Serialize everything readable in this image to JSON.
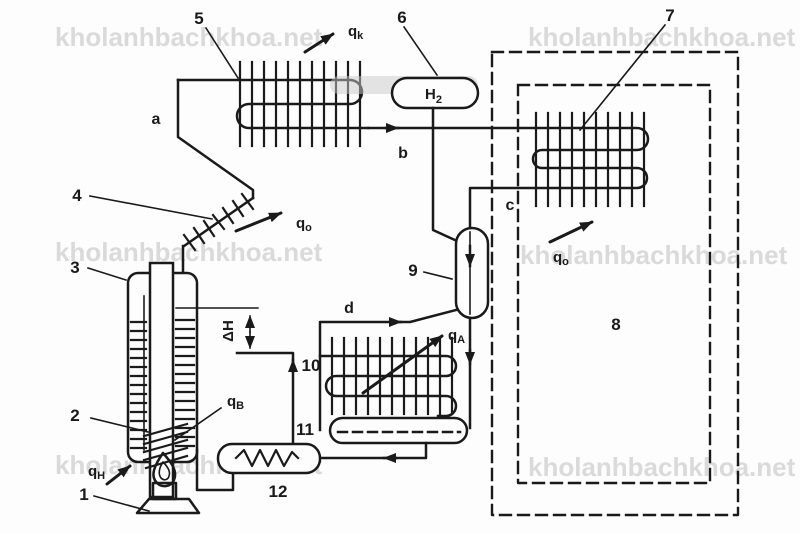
{
  "colors": {
    "line": "#1a1a1a",
    "watermark": "#dadada",
    "background": "#fdfdfd",
    "shade": "#c9c9c9"
  },
  "watermark": {
    "text": "kholanhbachkhoa.net"
  },
  "labels": {
    "n1": "1",
    "n2": "2",
    "n3": "3",
    "n4": "4",
    "n5": "5",
    "n6": "6",
    "n7": "7",
    "n8": "8",
    "n9": "9",
    "n10": "10",
    "n11": "11",
    "n12": "12",
    "a": "a",
    "b": "b",
    "c": "c",
    "d": "d",
    "q_k": {
      "base": "q",
      "sub": "k"
    },
    "q_o_left": {
      "base": "q",
      "sub": "o"
    },
    "q_o_right": {
      "base": "q",
      "sub": "o"
    },
    "q_A": {
      "base": "q",
      "sub": "A"
    },
    "q_B": {
      "base": "q",
      "sub": "B"
    },
    "q_H": {
      "base": "q",
      "sub": "H"
    },
    "h2": {
      "base": "H",
      "sub": "2"
    },
    "delta_h": "ΔH"
  }
}
